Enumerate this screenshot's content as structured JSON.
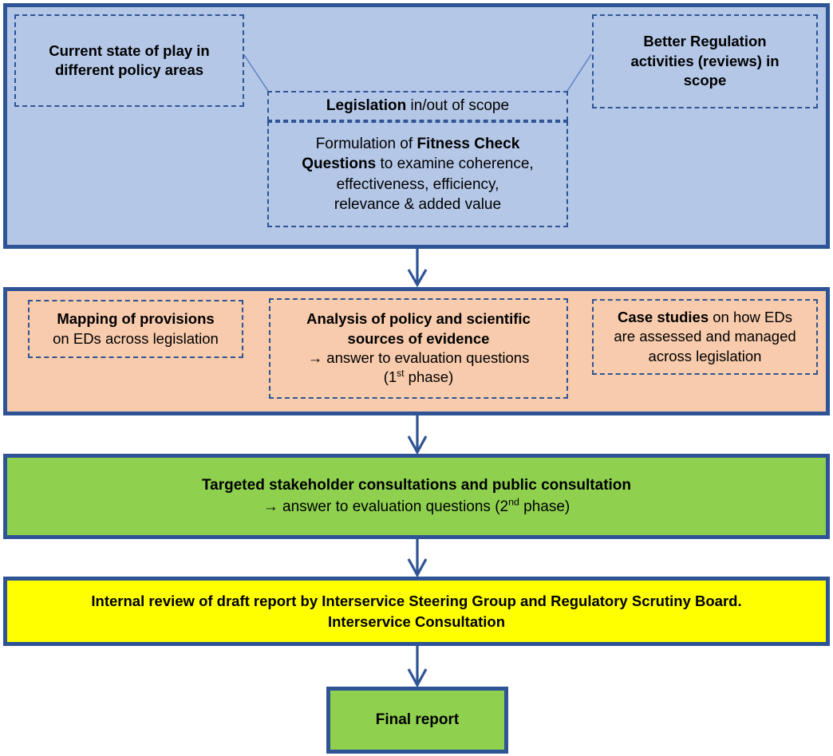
{
  "diagram": {
    "title": "Fitness Check evaluation process flow",
    "colors": {
      "border": "#2f5496",
      "phase1_fill": "#b4c7e7",
      "phase2_fill": "#f8cbad",
      "phase3_fill": "#8fd04f",
      "phase4_fill": "#ffff00",
      "final_fill": "#8fd04f",
      "text": "#000000"
    },
    "phase1": {
      "left_box": {
        "line1": "Current state of play in",
        "line2": "different policy  areas"
      },
      "right_box": {
        "line1": "Better Regulation",
        "line2": "activities (reviews) in",
        "line3": "scope"
      },
      "center_top_box": {
        "bold": "Legislation",
        "rest": " in/out of scope"
      },
      "center_bottom_box": {
        "seg1": "Formulation  of ",
        "seg2_bold": "Fitness Check",
        "seg3_bold": "Questions",
        "seg4": " to examine coherence,",
        "line3": "effectiveness, efficiency,",
        "line4": "relevance & added value"
      }
    },
    "phase2": {
      "left_box": {
        "bold": "Mapping of provisions",
        "line2": "on EDs across legislation"
      },
      "center_box": {
        "bold_line1": "Analysis of policy and scientific",
        "bold_line2": "sources of evidence",
        "line3": "→ answer to evaluation questions",
        "line4_pre": "(1",
        "line4_sup": "st",
        "line4_post": " phase)"
      },
      "right_box": {
        "bold": "Case studies",
        "rest1": " on how EDs",
        "line2": "are assessed and managed",
        "line3": "across legislation"
      }
    },
    "phase3": {
      "line1": "Targeted stakeholder consultations and public consultation",
      "line2_pre": "→ answer to evaluation questions (2",
      "line2_sup": "nd",
      "line2_post": " phase)"
    },
    "phase4": {
      "line1": "Internal review of draft report by Interservice Steering Group and Regulatory Scrutiny Board.",
      "line2": "Interservice Consultation"
    },
    "final": {
      "label": "Final report"
    },
    "connectors": {
      "arrow1": "phase1-to-phase2",
      "arrow2": "phase2-to-phase3",
      "arrow3": "phase3-to-phase4",
      "arrow4": "phase4-to-final",
      "leader_left": "left-box-to-legislation",
      "leader_right": "right-box-to-legislation"
    }
  }
}
